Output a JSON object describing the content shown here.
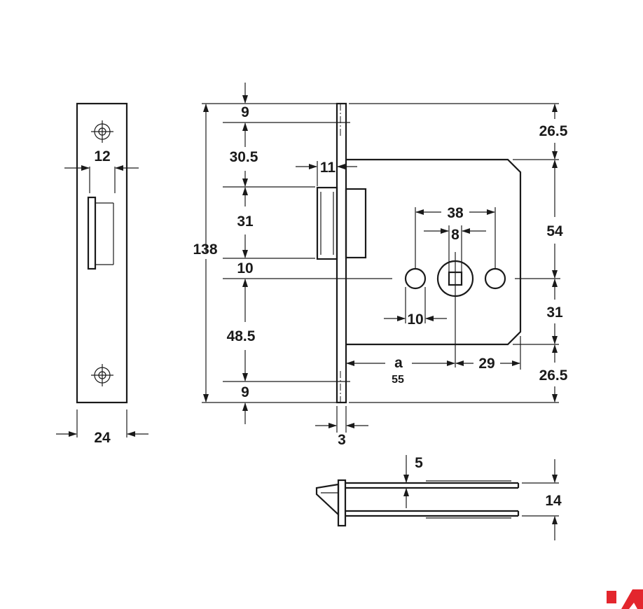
{
  "dims": {
    "front_screw_spacing": "12",
    "front_width": "24",
    "top_9": "9",
    "d_30_5": "30.5",
    "d_31_left": "31",
    "d_10_left": "10",
    "d_48_5": "48.5",
    "bottom_9": "9",
    "total_138": "138",
    "d_11": "11",
    "plate_3": "3",
    "d_38": "38",
    "d_8": "8",
    "d_10_mid": "10",
    "backset_label": "a",
    "backset_value": "55",
    "d_29": "29",
    "r_26_5_top": "26.5",
    "r_54": "54",
    "r_31": "31",
    "r_26_5_bottom": "26.5",
    "side_5": "5",
    "side_14": "14"
  },
  "colors": {
    "line": "#1a1a1a",
    "logo": "#e3262d"
  }
}
